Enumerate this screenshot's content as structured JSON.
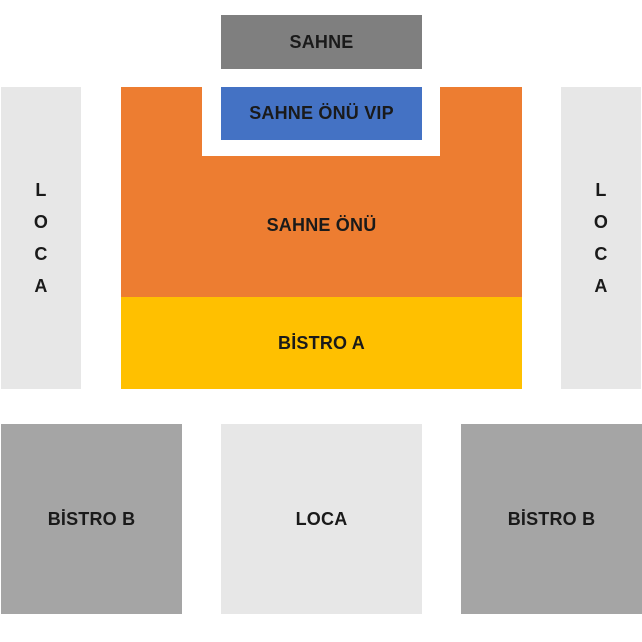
{
  "colors": {
    "stage": "#7f7f7f",
    "vip": "#4472c4",
    "front": "#ed7d31",
    "bistro_a": "#ffc000",
    "loca": "#e7e7e7",
    "bistro_b": "#a5a5a5"
  },
  "zones": {
    "sahne": "SAHNE",
    "sahne_onu_vip": "SAHNE ÖNÜ VIP",
    "sahne_onu": "SAHNE ÖNÜ",
    "bistro_a": "BİSTRO A",
    "bistro_b_left": "BİSTRO B",
    "loca_bottom": "LOCA",
    "bistro_b_right": "BİSTRO B",
    "loca_left_letters": [
      "L",
      "O",
      "C",
      "A"
    ],
    "loca_right_letters": [
      "L",
      "O",
      "C",
      "A"
    ]
  }
}
